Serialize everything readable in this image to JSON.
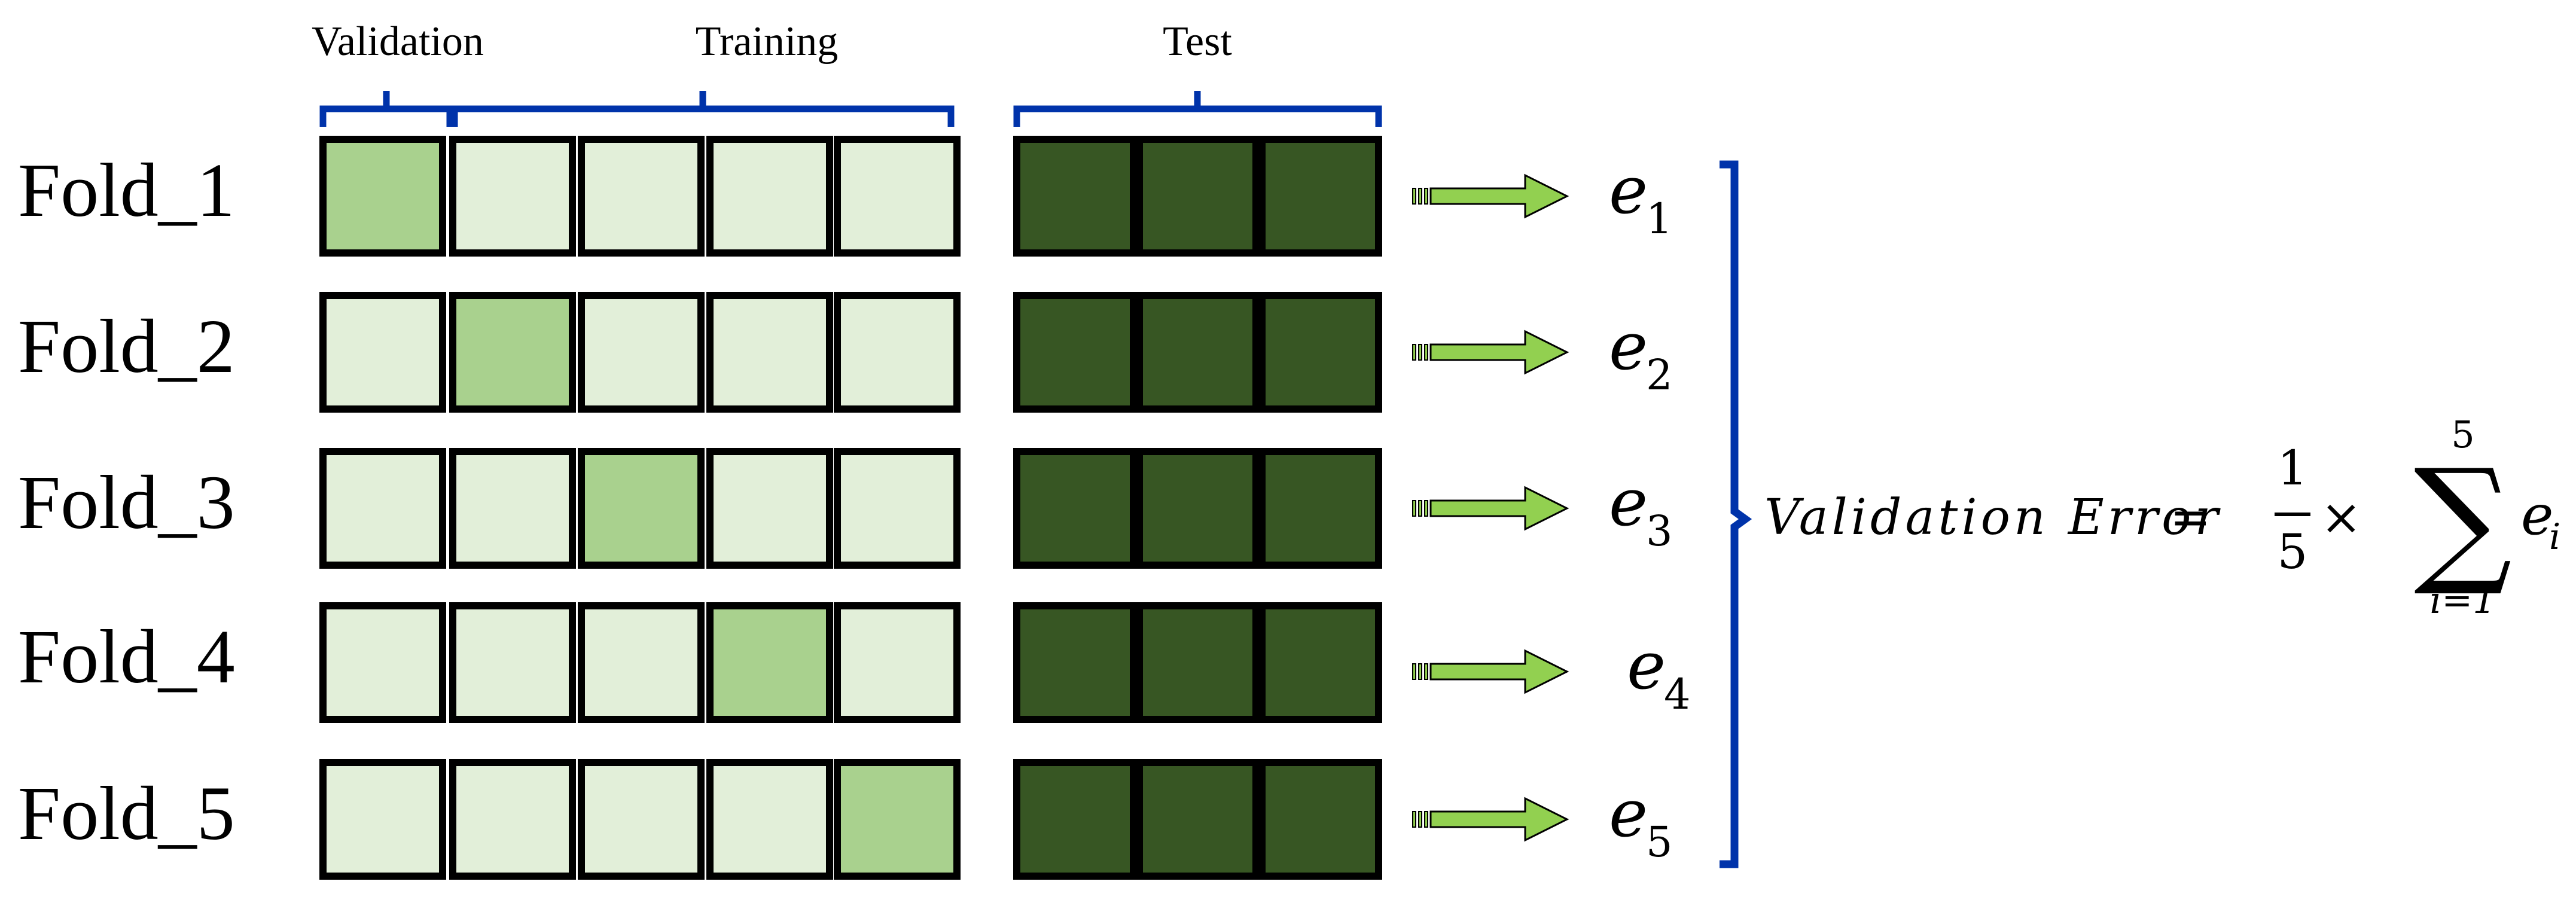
{
  "headers": {
    "validation": "Validation",
    "training": "Training",
    "test": "Test"
  },
  "folds": [
    {
      "label": "Fold_1",
      "error": "e",
      "error_sub": "1",
      "validation_block": 1
    },
    {
      "label": "Fold_2",
      "error": "e",
      "error_sub": "2",
      "validation_block": 2
    },
    {
      "label": "Fold_3",
      "error": "e",
      "error_sub": "3",
      "validation_block": 3
    },
    {
      "label": "Fold_4",
      "error": "e",
      "error_sub": "4",
      "validation_block": 4
    },
    {
      "label": "Fold_5",
      "error": "e",
      "error_sub": "5",
      "validation_block": 5
    }
  ],
  "blocks_per_fold": {
    "train_val": 5,
    "test": 3
  },
  "formula": {
    "lhs": "Validation Error",
    "equals": "=",
    "numerator": "1",
    "denominator": "5",
    "times": "×",
    "sigma": "∑",
    "upper": "5",
    "lower": "i=1",
    "term": "e",
    "term_sub": "i"
  },
  "colors": {
    "validation": "#a9d18e",
    "training": "#e2efd9",
    "test": "#375623",
    "arrow": "#92d050",
    "bracket": "#0033aa",
    "border": "#000000"
  }
}
